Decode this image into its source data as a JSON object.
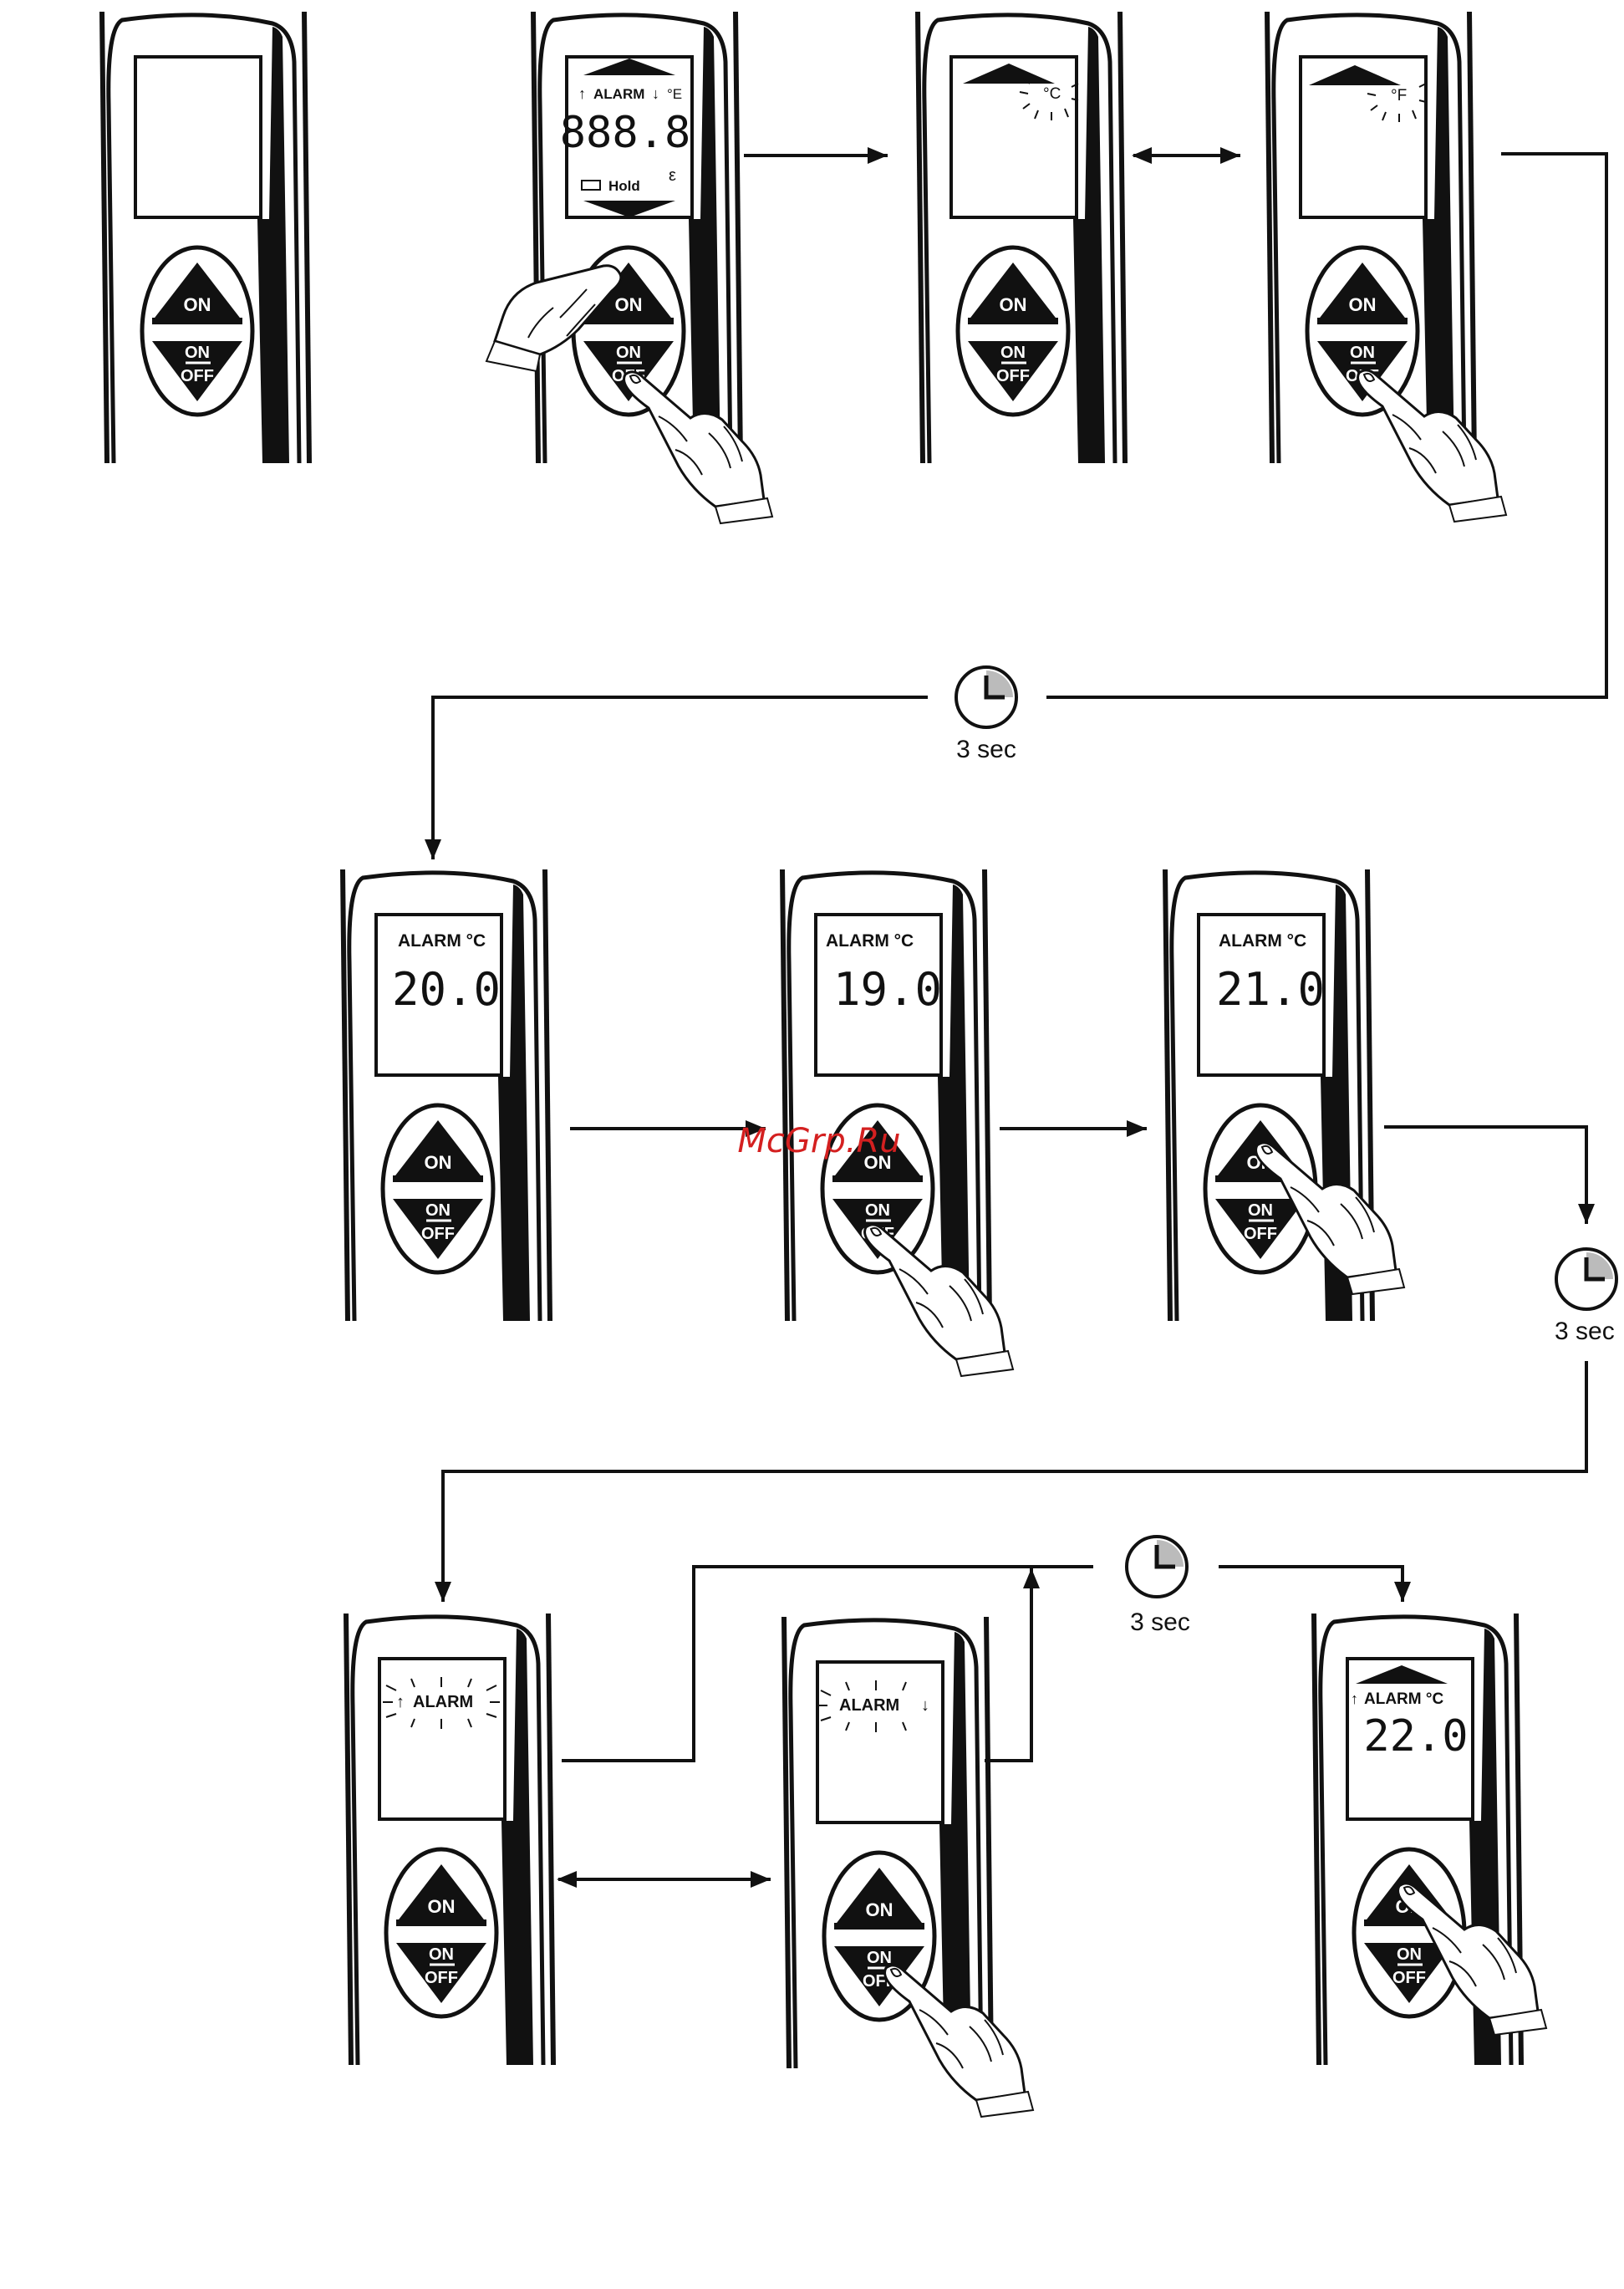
{
  "diagram": {
    "watermark": "McGrp.Ru",
    "timer_label": "3 sec",
    "buttons": {
      "on": "ON",
      "onoff_top": "ON",
      "onoff_bottom": "OFF"
    },
    "lcd": {
      "alarm": "ALARM",
      "alarm_c": "ALARM °C",
      "deg_e": "°E",
      "deg_c": "°C",
      "deg_f": "°F",
      "hold": "Hold",
      "epsilon": "ε",
      "test_digits": "888.8",
      "value_1": "20.0",
      "value_2": "19.0",
      "value_3": "21.0",
      "value_4": "22.0"
    }
  }
}
